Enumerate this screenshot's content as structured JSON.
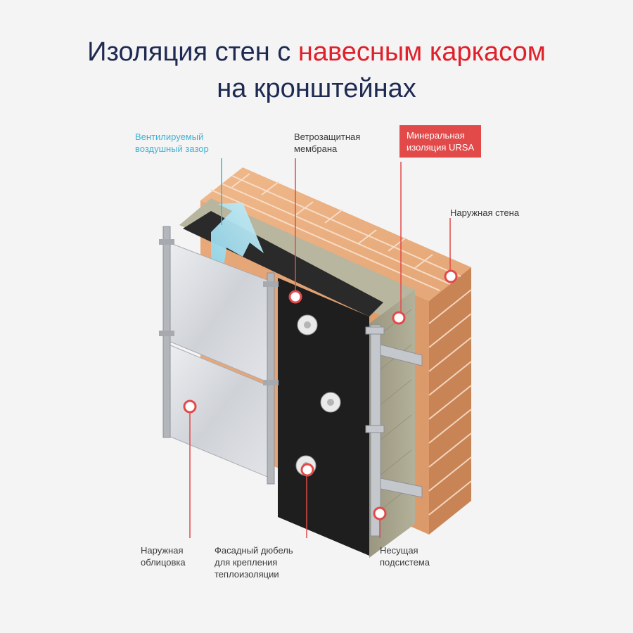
{
  "title": {
    "part1": "Изоляция стен с ",
    "accent": "навесным каркасом",
    "line2": "на кронштейнах"
  },
  "labels": {
    "air_gap": [
      "Вентилируемый",
      "воздушный зазор"
    ],
    "membrane": [
      "Ветрозащитная",
      "мембрана"
    ],
    "insulation": [
      "Минеральная",
      "изоляция URSA"
    ],
    "outer_wall": [
      "Наружная стена"
    ],
    "cladding": [
      "Наружная",
      "облицовка"
    ],
    "dowel": [
      "Фасадный дюбель",
      "для крепления",
      "теплоизоляции"
    ],
    "subsystem": [
      "Несущая",
      "подсистема"
    ]
  },
  "colors": {
    "title": "#1f2a52",
    "accent": "#e0202a",
    "air_gap_label": "#3fb2d6",
    "insulation_box": "#e24a4a",
    "callout": "#e24a4a",
    "brick": "#e3a274",
    "membrane": "#1e1e1e",
    "wool": "#a29f88",
    "cladding": "#d6d8dc"
  },
  "icons": {
    "callout": "callout-dot-icon",
    "air_flow": "air-flow-arrow-icon",
    "dowel": "facade-dowel-icon"
  }
}
